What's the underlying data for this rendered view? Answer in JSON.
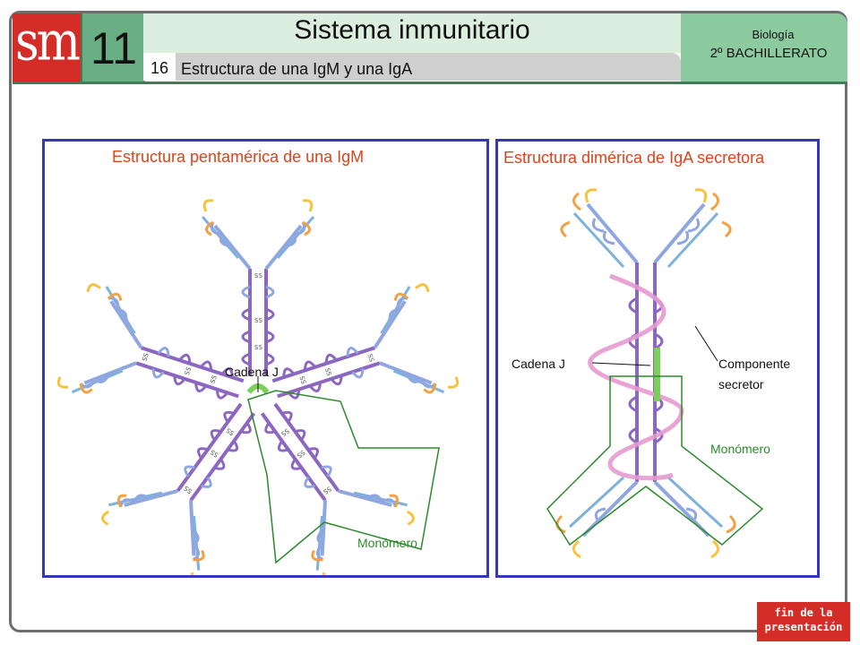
{
  "header": {
    "logo": "sm",
    "unit_number": "11",
    "title": "Sistema inmunitario",
    "section_number": "16",
    "section_title": "Estructura de una IgM y una IgA",
    "subject": "Biología",
    "level": "2º BACHILLERATO"
  },
  "left_panel": {
    "title": "Estructura pentamérica de una IgM",
    "j_chain_label": "Cadena J",
    "monomer_label": "Monómero"
  },
  "right_panel": {
    "title": "Estructura dimérica de IgA secretora",
    "j_chain_label": "Cadena J",
    "secretory_label_line1": "Componente",
    "secretory_label_line2": "secretor",
    "monomer_label": "Monómero"
  },
  "footer": {
    "end_button_line1": "fin de la",
    "end_button_line2": "presentación"
  },
  "colors": {
    "brand_red": "#d42d28",
    "header_green": "#6aae85",
    "panel_border": "#3536b8",
    "title_orange": "#e0421c",
    "monomer_green": "#2c8a2c",
    "heavy_purple": "#8b67c2",
    "heavy_blue": "#8fa6e0",
    "light_orange": "#f2a040",
    "light_yellow": "#f7c33a",
    "light_blue": "#7fb2da",
    "secretory_pink": "#e49ad0",
    "j_chain_green": "#7ccf5a"
  }
}
